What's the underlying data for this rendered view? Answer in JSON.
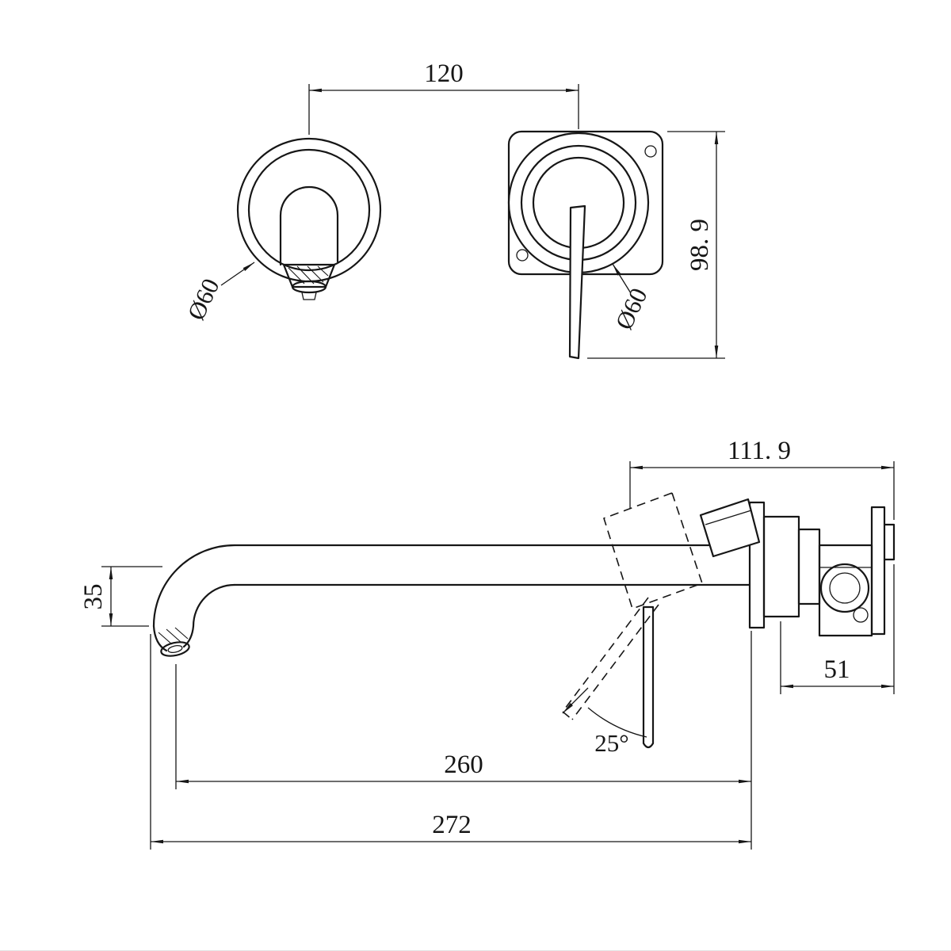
{
  "meta": {
    "drawing_type": "Technical dimension drawing - wall mounted basin mixer tap",
    "views": [
      "front view (top)",
      "side view (bottom)"
    ],
    "line_color": "#161616",
    "background_color": "#ffffff"
  },
  "front_view": {
    "dim_center_distance": "120",
    "dim_height": "98. 9",
    "spout_plate_diameter": "Ø60",
    "mixer_plate_diameter": "Ø60"
  },
  "side_view": {
    "dim_top_depth": "111. 9",
    "dim_behind_wall": "51",
    "dim_spout_drop": "35",
    "dim_spout_reach": "260",
    "dim_overall_length": "272",
    "handle_swing_angle": "25°"
  }
}
